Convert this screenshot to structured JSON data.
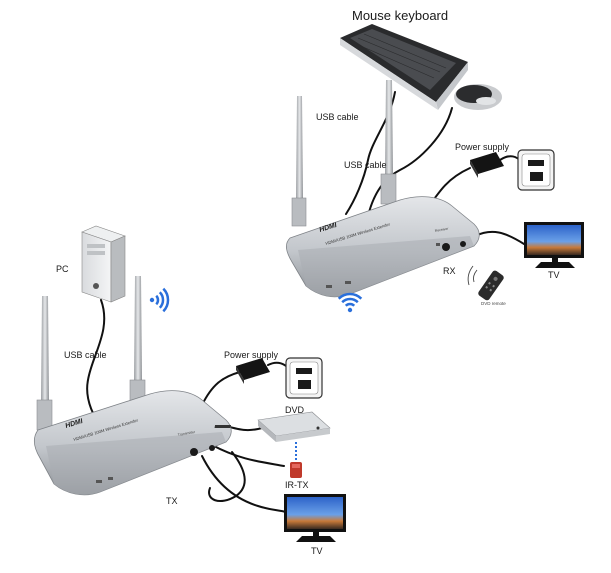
{
  "labels": {
    "mouse_keyboard": "Mouse keyboard",
    "usb_cable_rx_1": "USB cable",
    "usb_cable_rx_2": "USB cable",
    "power_supply_rx": "Power supply",
    "rx": "RX",
    "dvd_remote": "DVD remote",
    "tv_rx": "TV",
    "pc": "PC",
    "usb_cable_tx": "USB cable",
    "power_supply_tx": "Power supply",
    "dvd": "DVD",
    "ir_tx": "IR-TX",
    "tx": "TX",
    "tv_tx": "TV"
  },
  "device_text": {
    "hdmi_logo": "HDMI",
    "product_name": "HDMI/USB 100M  Wireless Extender",
    "transmitter": "Transmitter",
    "receiver": "Receiver"
  },
  "colors": {
    "device_body": "#c9ccd0",
    "cable": "#111111",
    "wifi_signal": "#2a6fdb",
    "tv_screen": "#3a6fc4"
  },
  "icons": [
    "wifi-icon",
    "keyboard-icon",
    "mouse-icon",
    "pc-tower-icon",
    "tv-icon",
    "dvd-player-icon",
    "power-adapter-icon",
    "power-socket-icon",
    "ir-transmitter-icon",
    "remote-control-icon",
    "antenna-icon"
  ]
}
